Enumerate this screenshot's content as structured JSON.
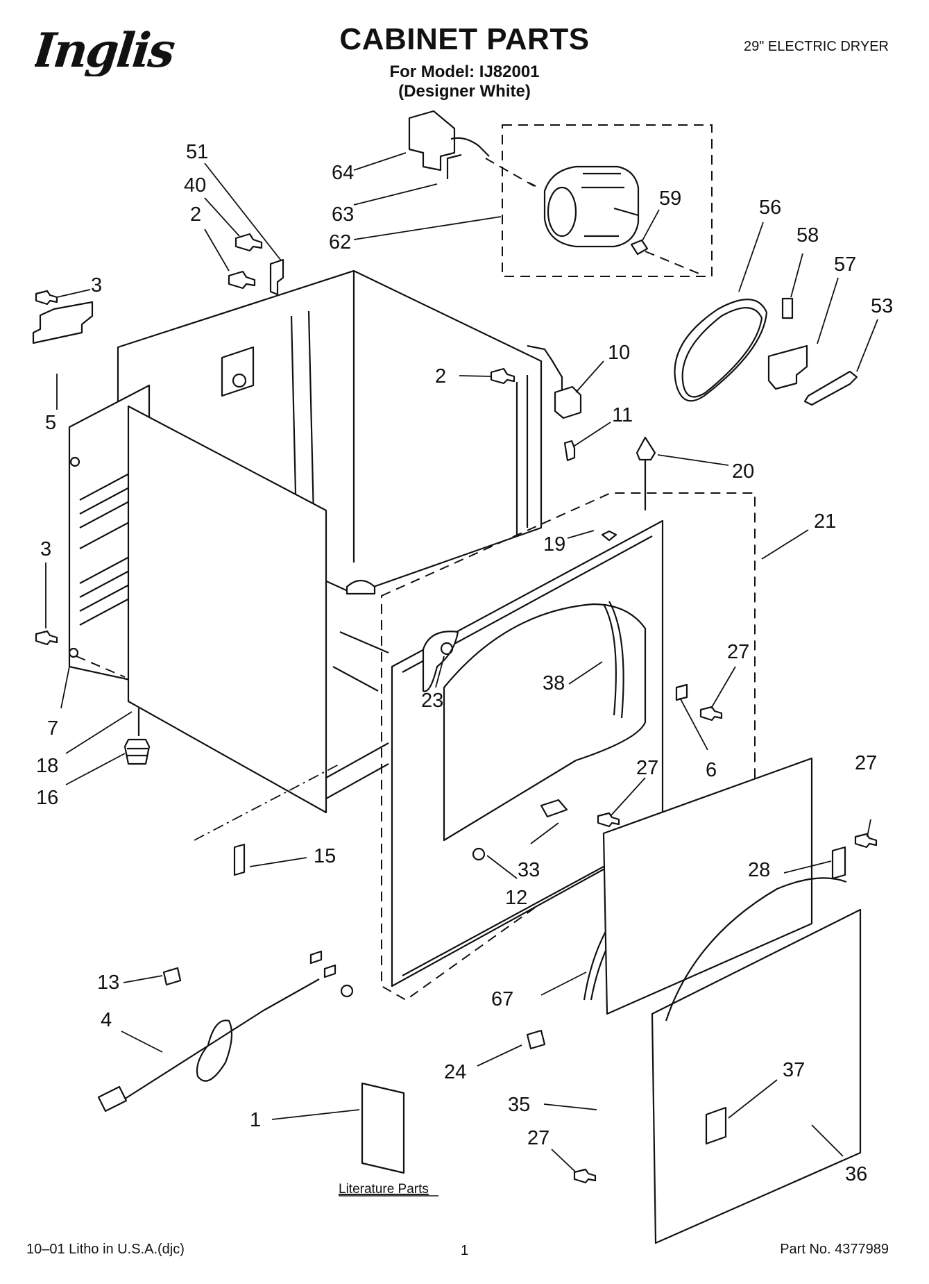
{
  "header": {
    "brand": "Inglis",
    "title": "CABINET PARTS",
    "model_line": "For Model: IJ82001",
    "color_line": "(Designer White)",
    "product_type": "29\" ELECTRIC DRYER"
  },
  "callouts": [
    "51",
    "40",
    "2",
    "3",
    "5",
    "3",
    "7",
    "18",
    "16",
    "15",
    "64",
    "63",
    "62",
    "59",
    "56",
    "58",
    "57",
    "53",
    "10",
    "2",
    "11",
    "20",
    "21",
    "19",
    "27",
    "6",
    "38",
    "23",
    "27",
    "33",
    "12",
    "27",
    "28",
    "67",
    "24",
    "35",
    "37",
    "27",
    "36",
    "13",
    "4",
    "1"
  ],
  "literature_label": "Literature Parts",
  "footer": {
    "print_info": "10–01 Litho in U.S.A.(djc)",
    "page_number": "1",
    "part_number": "Part No. 4377989"
  }
}
